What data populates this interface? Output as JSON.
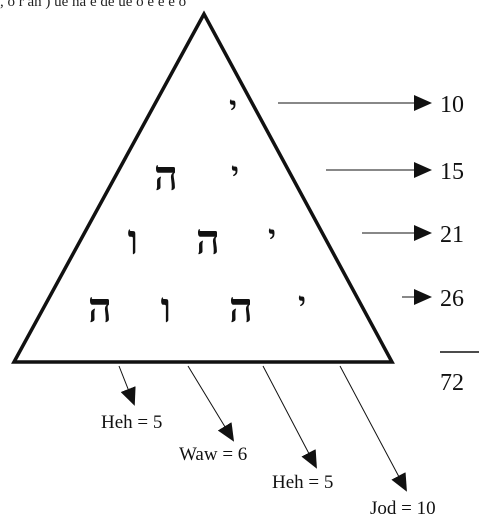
{
  "top_text": ", o r an ) ue na e de ue o e e e o",
  "rows": [
    {
      "letters": [
        "י"
      ],
      "sum": "10"
    },
    {
      "letters": [
        "ה",
        "י"
      ],
      "sum": "15"
    },
    {
      "letters": [
        "ו",
        "ה",
        "י"
      ],
      "sum": "21"
    },
    {
      "letters": [
        "ה",
        "ו",
        "ה",
        "י"
      ],
      "sum": "26"
    }
  ],
  "total": "72",
  "labels": [
    {
      "text": "Heh = 5"
    },
    {
      "text": "Waw = 6"
    },
    {
      "text": "Heh = 5"
    },
    {
      "text": "Jod = 10"
    }
  ]
}
